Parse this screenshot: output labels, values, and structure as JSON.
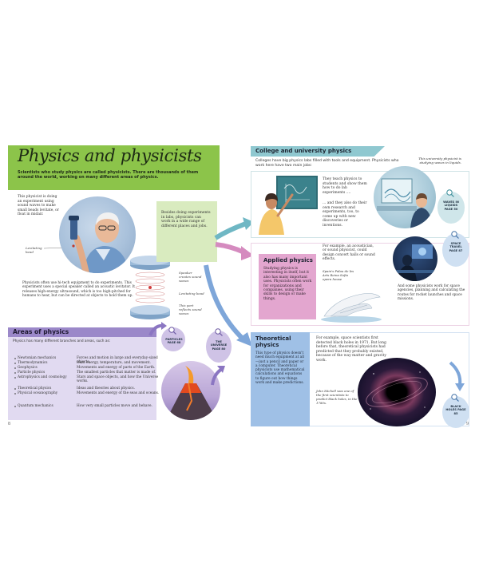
{
  "left_page": {
    "title": "Physics and physicists",
    "intro": "Scientists who study physics are called physicists. There are thousands of them around the world, working on many different areas of physics.",
    "levitation_text": "This physicist is doing an experiment using sound waves to make small beads levitate, or float in midair.",
    "levitating_bead_label": "Levitating bead",
    "speaker_labels": [
      "Speaker creates sound waves",
      "Levitating bead",
      "This part reflects sound waves"
    ],
    "besides_text": "Besides doing experiments in labs, physicists can work in a wide range of different places and jobs.",
    "ultrasound_text": "Physicists often use hi-tech equipment to do experiments. This experiment uses a special speaker called an acoustic levitator. It releases high-energy ultrasound, which is too high-pitched for humans to hear, but can be directed at objects to hold them up.",
    "areas": {
      "heading": "Areas of physics",
      "sub": "Physics has many different branches and areas, such as:",
      "items": [
        {
          "name": "Newtonian mechanics",
          "desc": "Forces and motion in large and everyday-sized objects."
        },
        {
          "name": "Thermodynamics",
          "desc": "Heat energy, temperature, and movement."
        },
        {
          "name": "Geophysics",
          "desc": "Movements and energy of parts of the Earth."
        },
        {
          "name": "Particle physics",
          "desc": "The smallest particles that matter is made of."
        },
        {
          "name": "Astrophysics and cosmology",
          "desc": "Stars and space objects, and how the Universe works."
        },
        {
          "name": "Theoretical physics",
          "desc": "Ideas and theories about physics."
        },
        {
          "name": "Physical oceanography",
          "desc": "Movements and energy of the seas and oceans."
        },
        {
          "name": "Quantum mechanics",
          "desc": "How very small particles move and behave."
        }
      ]
    },
    "xrefs": [
      {
        "text": "PARTICLES PAGE 68"
      },
      {
        "text": "THE UNIVERSE PAGE 80"
      }
    ],
    "page_number": "8"
  },
  "right_page": {
    "college": {
      "heading": "College and university physics",
      "sub": "Colleges have big physics labs filled with tools and equipment. Physicists who work here have two main jobs:",
      "teach": "They teach physics to students and show them how to do lab experiments ....",
      "research": "... and they also do their own research and experiments, too, to come up with new discoveries or inventions.",
      "waves_caption": "This university physicist is studying waves in liquids."
    },
    "applied": {
      "heading": "Applied physics",
      "body": "Studying physics is interesting in itself, but it also has many important uses. Physicists often work for organizations and companies, using their skills to design or make things.",
      "acoustic": "For example, an acoustician, or sound physicist, could design concert halls or sound effects.",
      "palau": "Spain's Palau de les Arts Reina Sofia opera house",
      "space_work": "And some physicists work for space agencies, planning and calculating the routes for rocket launches and space missions."
    },
    "theoretical": {
      "heading": "Theoretical physics",
      "body": "This type of physics doesn't need much equipment at all—just a pencil and paper or a computer. Theoretical physicists use mathematical calculations and equations to figure out how things work and make predictions.",
      "blackholes": "For example, space scientists first detected black holes in 1971. But long before that, theoretical physicists had predicted that they probably existed, because of the way matter and gravity work.",
      "michell": "John Michell was one of the first scientists to predict black holes, in the 1780s."
    },
    "xrefs": [
      {
        "text": "WAVES IN LIQUIDS PAGE 50"
      },
      {
        "text": "SPACE TRAVEL PAGE 87"
      },
      {
        "text": "BLACK HOLES PAGE 85"
      }
    ],
    "page_number": "9"
  },
  "colors": {
    "green": "#8cc44a",
    "light_green": "#d9ebbf",
    "purple": "#9b88c9",
    "light_purple": "#e1daf1",
    "pink": "#d89ac4",
    "light_pink": "#f2d8ea",
    "blue": "#8fb5e0",
    "light_blue": "#d9e7f6",
    "teal": "#4ba3ad"
  }
}
